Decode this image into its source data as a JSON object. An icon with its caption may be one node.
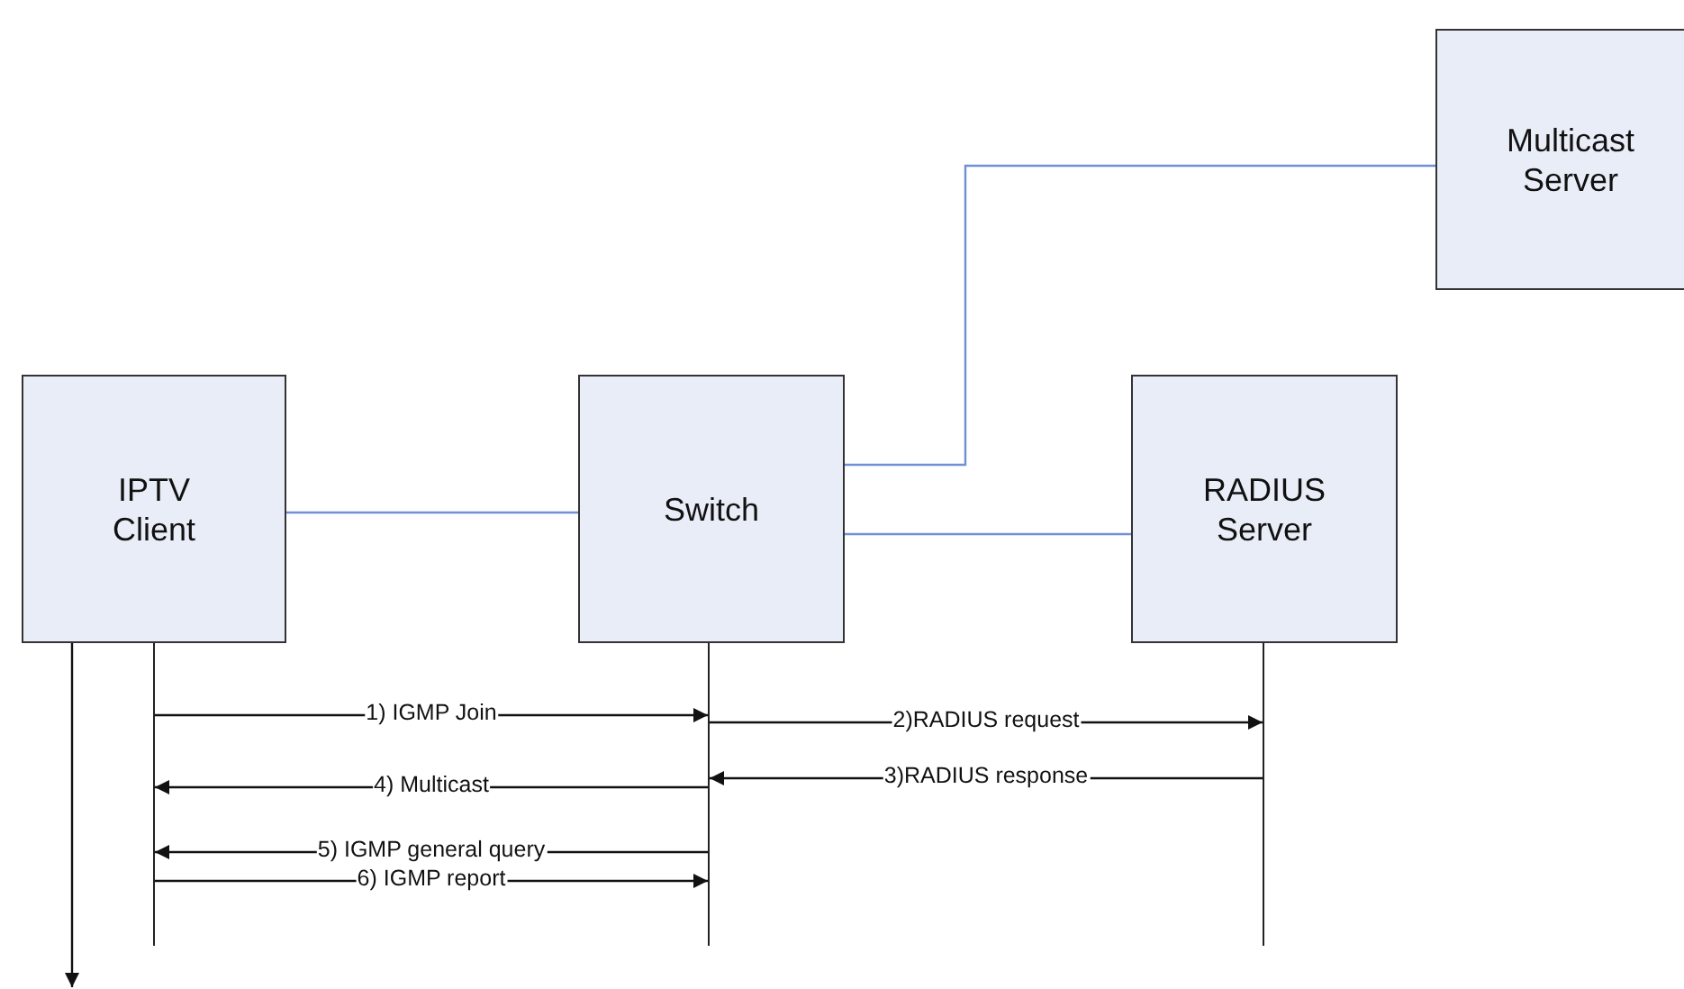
{
  "diagram": {
    "nodes": [
      {
        "text": [
          "IPTV Client"
        ]
      },
      {
        "text": [
          "Switch"
        ]
      },
      {
        "text": [
          "RADIUS Server"
        ]
      },
      {
        "text": [
          "Multicast Server"
        ]
      },
      {
        "text": [],
        "shape": "bar"
      },
      {
        "text": [],
        "shape": "bar"
      },
      {
        "text": [],
        "shape": "bar"
      }
    ],
    "edges": [
      {
        "from": 0,
        "to": 1,
        "arrow": "none",
        "color": "#6f8fd6"
      },
      {
        "from": 1,
        "to": 3,
        "arrow": "none",
        "color": "#6f8fd6"
      },
      {
        "from": 1,
        "to": 2,
        "arrow": "none",
        "color": "#6f8fd6"
      },
      {
        "from": 0,
        "to": null,
        "arrow": "to"
      },
      {
        "from": 4,
        "to": 5,
        "arrow": "to",
        "label": "1) IGMP Join"
      },
      {
        "from": 5,
        "to": 6,
        "arrow": "to",
        "label": "2)RADIUS request"
      },
      {
        "from": 6,
        "to": 5,
        "arrow": "to",
        "label": "3)RADIUS response"
      },
      {
        "from": 5,
        "to": 4,
        "arrow": "to",
        "label": "4) Multicast"
      },
      {
        "from": 5,
        "to": 4,
        "arrow": "to",
        "label": "5) IGMP general query"
      },
      {
        "from": 4,
        "to": 5,
        "arrow": "to",
        "label": "6) IGMP report"
      }
    ]
  }
}
